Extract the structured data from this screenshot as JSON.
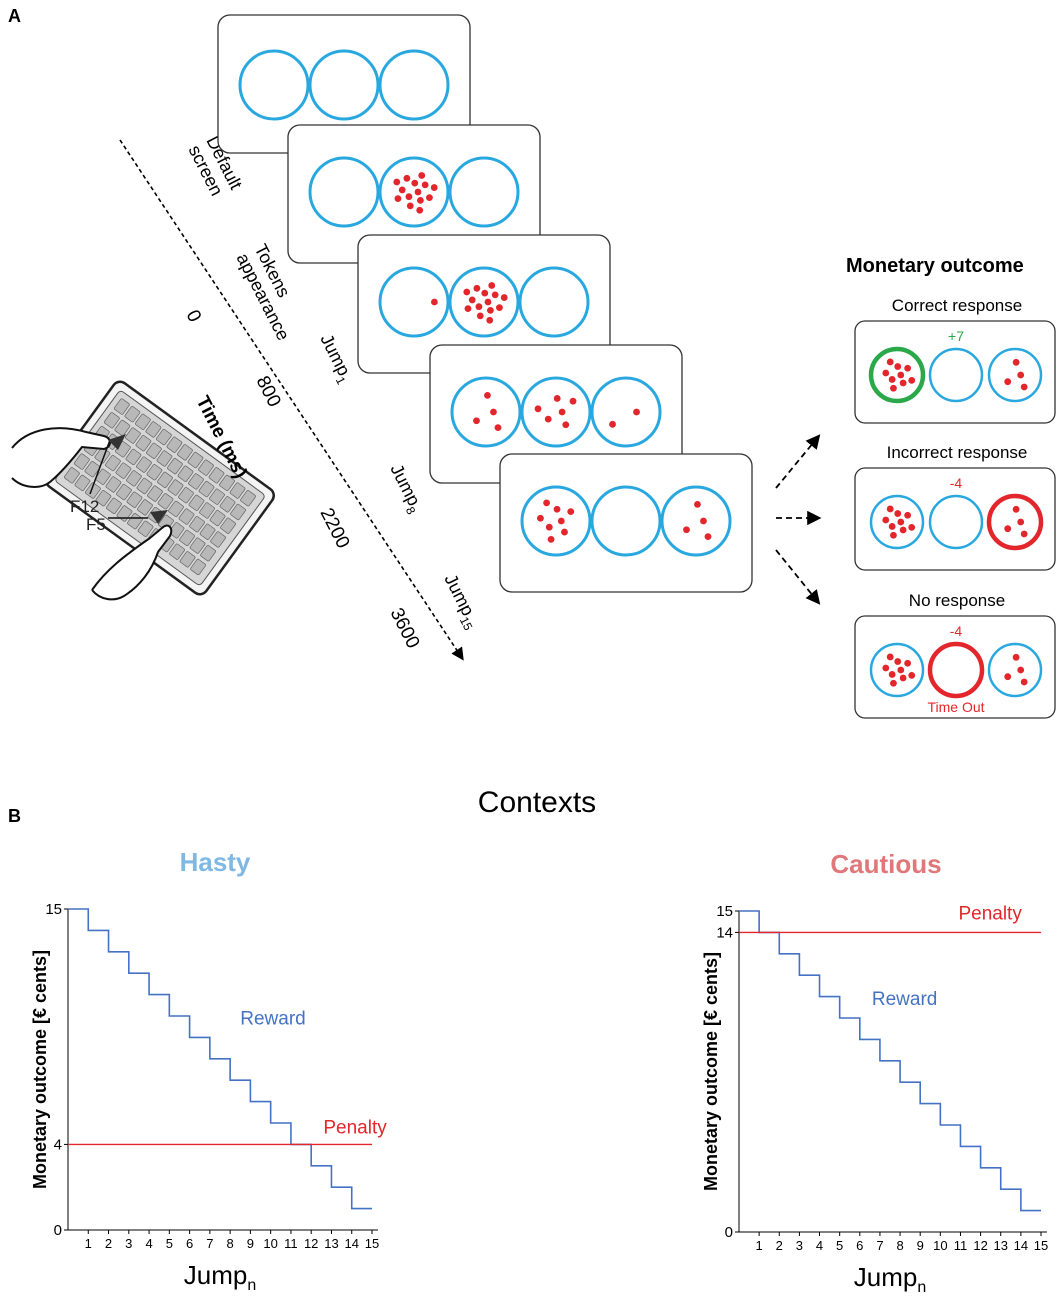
{
  "panel_a": {
    "label": "A",
    "screens": [
      {
        "left": 0,
        "middle": 0,
        "right": 0
      },
      {
        "left": 0,
        "middle": 14,
        "right": 0
      },
      {
        "left": 1,
        "middle": 14,
        "right": 0
      },
      {
        "left": 4,
        "middle": 6,
        "right": 2
      },
      {
        "left": 8,
        "middle": 0,
        "right": 4
      }
    ],
    "timeline": {
      "axis_label": "Time (ms)",
      "events": [
        "Default screen",
        "Tokens appearance",
        "Jump",
        "Jump",
        "Jump"
      ],
      "event_subscripts": [
        "",
        "",
        "1",
        "8",
        "15"
      ],
      "times": [
        "0",
        "800",
        "2200",
        "3600"
      ]
    },
    "keyboard": {
      "key_left": "F5",
      "key_right": "F12"
    },
    "outcome": {
      "title": "Monetary outcome",
      "cases": [
        {
          "label": "Correct response",
          "value": "+7",
          "value_color": "#2aa84a",
          "highlight": "left",
          "highlight_color": "#2aa84a",
          "note": ""
        },
        {
          "label": "Incorrect response",
          "value": "-4",
          "value_color": "#e3262b",
          "highlight": "right",
          "highlight_color": "#e3262b",
          "note": ""
        },
        {
          "label": "No response",
          "value": "-4",
          "value_color": "#e3262b",
          "highlight": "middle",
          "highlight_color": "#e3262b",
          "note": "Time Out"
        }
      ]
    },
    "colors": {
      "circle": "#29a8e0",
      "token": "#e3262b"
    }
  },
  "panel_b": {
    "label": "B",
    "title": "Contexts"
  },
  "chart_data": [
    {
      "type": "line",
      "title": "Hasty",
      "title_color": "#7fb8e3",
      "xlabel": "Jump",
      "xlabel_sub": "n",
      "ylabel": "Monetary outcome [€ cents]",
      "x": [
        1,
        2,
        3,
        4,
        5,
        6,
        7,
        8,
        9,
        10,
        11,
        12,
        13,
        14,
        15
      ],
      "x_ticks": [
        "1",
        "2",
        "3",
        "4",
        "5",
        "6",
        "7",
        "8",
        "9",
        "10",
        "11",
        "12",
        "13",
        "14",
        "15"
      ],
      "y_ticks": [
        0,
        4,
        15
      ],
      "ylim": [
        0,
        15
      ],
      "series": [
        {
          "name": "Reward",
          "color": "#4472c4",
          "step": true,
          "values": [
            15,
            14,
            13,
            12,
            11,
            10,
            9,
            8,
            7,
            6,
            5,
            4,
            3,
            2,
            1
          ]
        },
        {
          "name": "Penalty",
          "color": "#e3262b",
          "constant": 4
        }
      ]
    },
    {
      "type": "line",
      "title": "Cautious",
      "title_color": "#e0787a",
      "xlabel": "Jump",
      "xlabel_sub": "n",
      "ylabel": "Monetary outcome [€ cents]",
      "x": [
        1,
        2,
        3,
        4,
        5,
        6,
        7,
        8,
        9,
        10,
        11,
        12,
        13,
        14,
        15
      ],
      "x_ticks": [
        "1",
        "2",
        "3",
        "4",
        "5",
        "6",
        "7",
        "8",
        "9",
        "10",
        "11",
        "12",
        "13",
        "14",
        "15"
      ],
      "y_ticks": [
        0,
        14,
        15
      ],
      "ylim": [
        0,
        15
      ],
      "series": [
        {
          "name": "Reward",
          "color": "#4472c4",
          "step": true,
          "values": [
            15,
            14,
            13,
            12,
            11,
            10,
            9,
            8,
            7,
            6,
            5,
            4,
            3,
            2,
            1
          ]
        },
        {
          "name": "Penalty",
          "color": "#e3262b",
          "constant": 14
        }
      ]
    }
  ]
}
